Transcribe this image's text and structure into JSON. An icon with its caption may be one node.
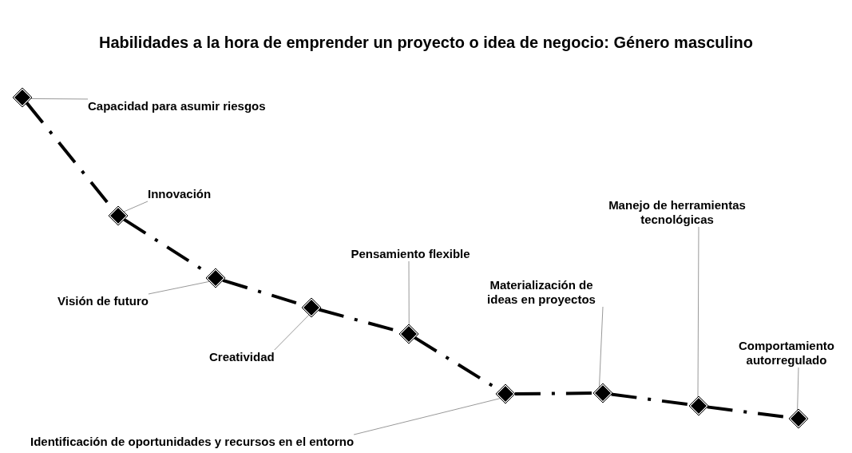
{
  "diagram": {
    "title": "Habilidades a la hora de emprender un proyecto o idea de negocio: Género masculino",
    "nodes": [
      {
        "text": [
          "Capacidad para asumir riesgos"
        ]
      },
      {
        "text": [
          "Innovación"
        ]
      },
      {
        "text": [
          "Visión de futuro"
        ]
      },
      {
        "text": [
          "Creatividad"
        ]
      },
      {
        "text": [
          "Pensamiento flexible"
        ]
      },
      {
        "text": [
          "Identificación de oportunidades y recursos en el entorno"
        ]
      },
      {
        "text": [
          "Materialización de ideas en proyectos"
        ]
      },
      {
        "text": [
          "Manejo de herramientas tecnológicas"
        ]
      },
      {
        "text": [
          "Comportamiento autorregulado"
        ]
      },
      {
        "text": [],
        "shape": "diamond"
      },
      {
        "text": [],
        "shape": "diamond"
      },
      {
        "text": [],
        "shape": "diamond"
      },
      {
        "text": [],
        "shape": "diamond"
      },
      {
        "text": [],
        "shape": "diamond"
      },
      {
        "text": [],
        "shape": "diamond"
      },
      {
        "text": [],
        "shape": "diamond"
      },
      {
        "text": [],
        "shape": "diamond"
      },
      {
        "text": [],
        "shape": "diamond"
      }
    ],
    "edges": [
      {
        "from": 9,
        "to": 10,
        "arrow": "none",
        "style": "dashed",
        "color": "#000000"
      },
      {
        "from": 10,
        "to": 11,
        "arrow": "none",
        "style": "dashed",
        "color": "#000000"
      },
      {
        "from": 11,
        "to": 12,
        "arrow": "none",
        "style": "dashed",
        "color": "#000000"
      },
      {
        "from": 12,
        "to": 13,
        "arrow": "none",
        "style": "dashed",
        "color": "#000000"
      },
      {
        "from": 13,
        "to": 14,
        "arrow": "none",
        "style": "dashed",
        "color": "#000000"
      },
      {
        "from": 14,
        "to": 15,
        "arrow": "none",
        "style": "dashed",
        "color": "#000000"
      },
      {
        "from": 15,
        "to": 16,
        "arrow": "none",
        "style": "dashed",
        "color": "#000000"
      },
      {
        "from": 16,
        "to": 17,
        "arrow": "none",
        "style": "dashed",
        "color": "#000000"
      },
      {
        "from": 0,
        "to": 9,
        "arrow": "none"
      },
      {
        "from": 1,
        "to": 10,
        "arrow": "none"
      },
      {
        "from": 2,
        "to": 11,
        "arrow": "none"
      },
      {
        "from": 3,
        "to": 12,
        "arrow": "none"
      },
      {
        "from": 4,
        "to": 13,
        "arrow": "none"
      },
      {
        "from": 5,
        "to": 14,
        "arrow": "none"
      },
      {
        "from": 6,
        "to": 15,
        "arrow": "none"
      },
      {
        "from": 7,
        "to": 16,
        "arrow": "none"
      },
      {
        "from": 8,
        "to": 17,
        "arrow": "none"
      }
    ]
  }
}
